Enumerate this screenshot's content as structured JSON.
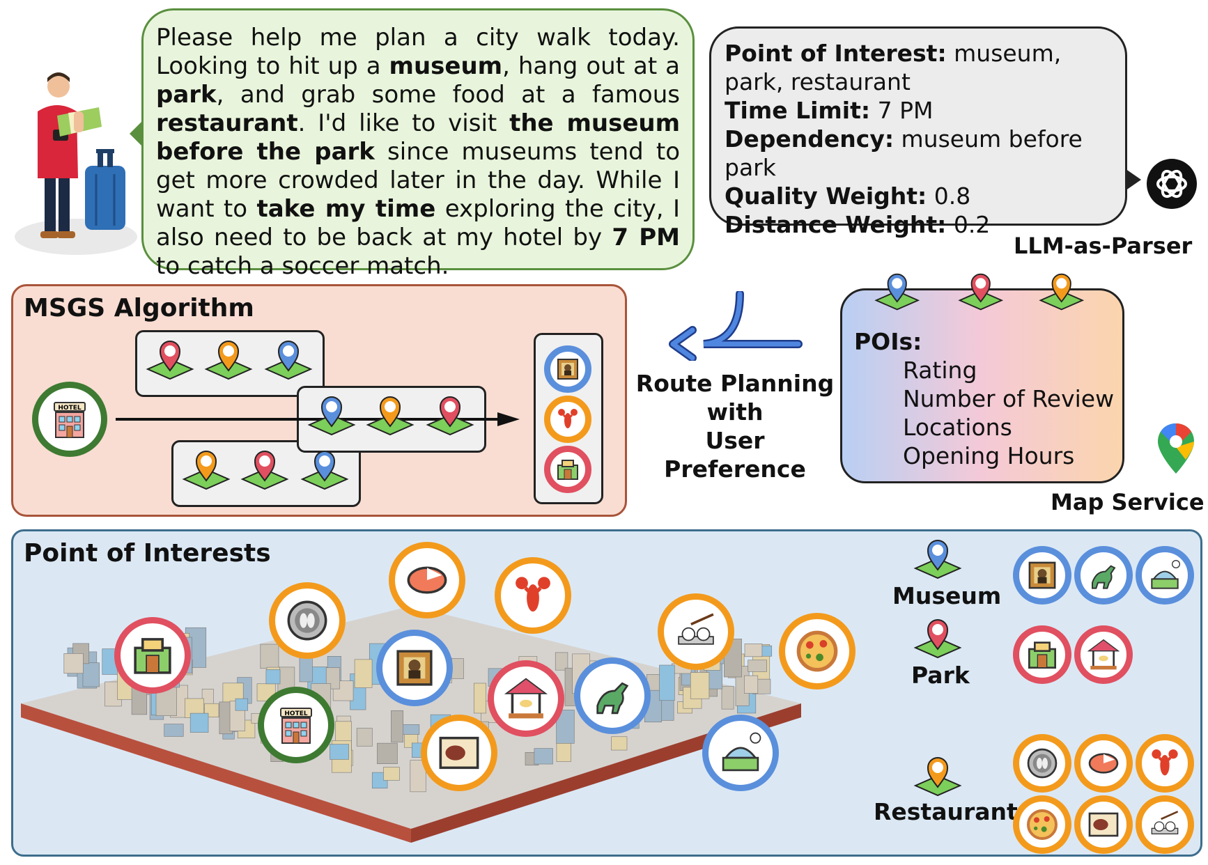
{
  "user_request": {
    "segments": [
      {
        "t": "Please help me plan a city walk today. Looking to hit up a ",
        "b": false
      },
      {
        "t": "museum",
        "b": true
      },
      {
        "t": ", hang out at a ",
        "b": false
      },
      {
        "t": "park",
        "b": true
      },
      {
        "t": ", and grab some food at a famous ",
        "b": false
      },
      {
        "t": "restaurant",
        "b": true
      },
      {
        "t": ". I'd like to visit ",
        "b": false
      },
      {
        "t": "the museum before the park",
        "b": true
      },
      {
        "t": " since museums tend to get more crowded later in the day. While I want to ",
        "b": false
      },
      {
        "t": "take my time",
        "b": true
      },
      {
        "t": " exploring the city, I also need to be back at my hotel by ",
        "b": false
      },
      {
        "t": "7 PM",
        "b": true
      },
      {
        "t": " to catch a soccer match.",
        "b": false
      }
    ]
  },
  "parser": {
    "lines": [
      {
        "key": "Point of Interest:",
        "value": " museum, park, restaurant"
      },
      {
        "key": "Time Limit:",
        "value": " 7 PM"
      },
      {
        "key": "Dependency:",
        "value": " museum before park"
      },
      {
        "key": "Quality Weight:",
        "value": " 0.8"
      },
      {
        "key": "Distance Weight:",
        "value": " 0.2"
      }
    ],
    "label": "LLM-as-Parser"
  },
  "msgs": {
    "title": "MSGS Algorithm"
  },
  "route": {
    "line1": "Route Planning",
    "line2": "with",
    "line3": "User Preference"
  },
  "pois": {
    "title": "POIs:",
    "items": [
      "Rating",
      "Number of Review",
      "Locations",
      "Opening Hours"
    ],
    "label": "Map Service"
  },
  "panel": {
    "title": "Point of Interests",
    "legend": {
      "museum": "Museum",
      "park": "Park",
      "restaurant": "Restaurant"
    }
  },
  "colors": {
    "museum": "#5a8fdc",
    "park": "#e05060",
    "restaurant": "#f39a1c",
    "hotel": "#3e7a32"
  }
}
